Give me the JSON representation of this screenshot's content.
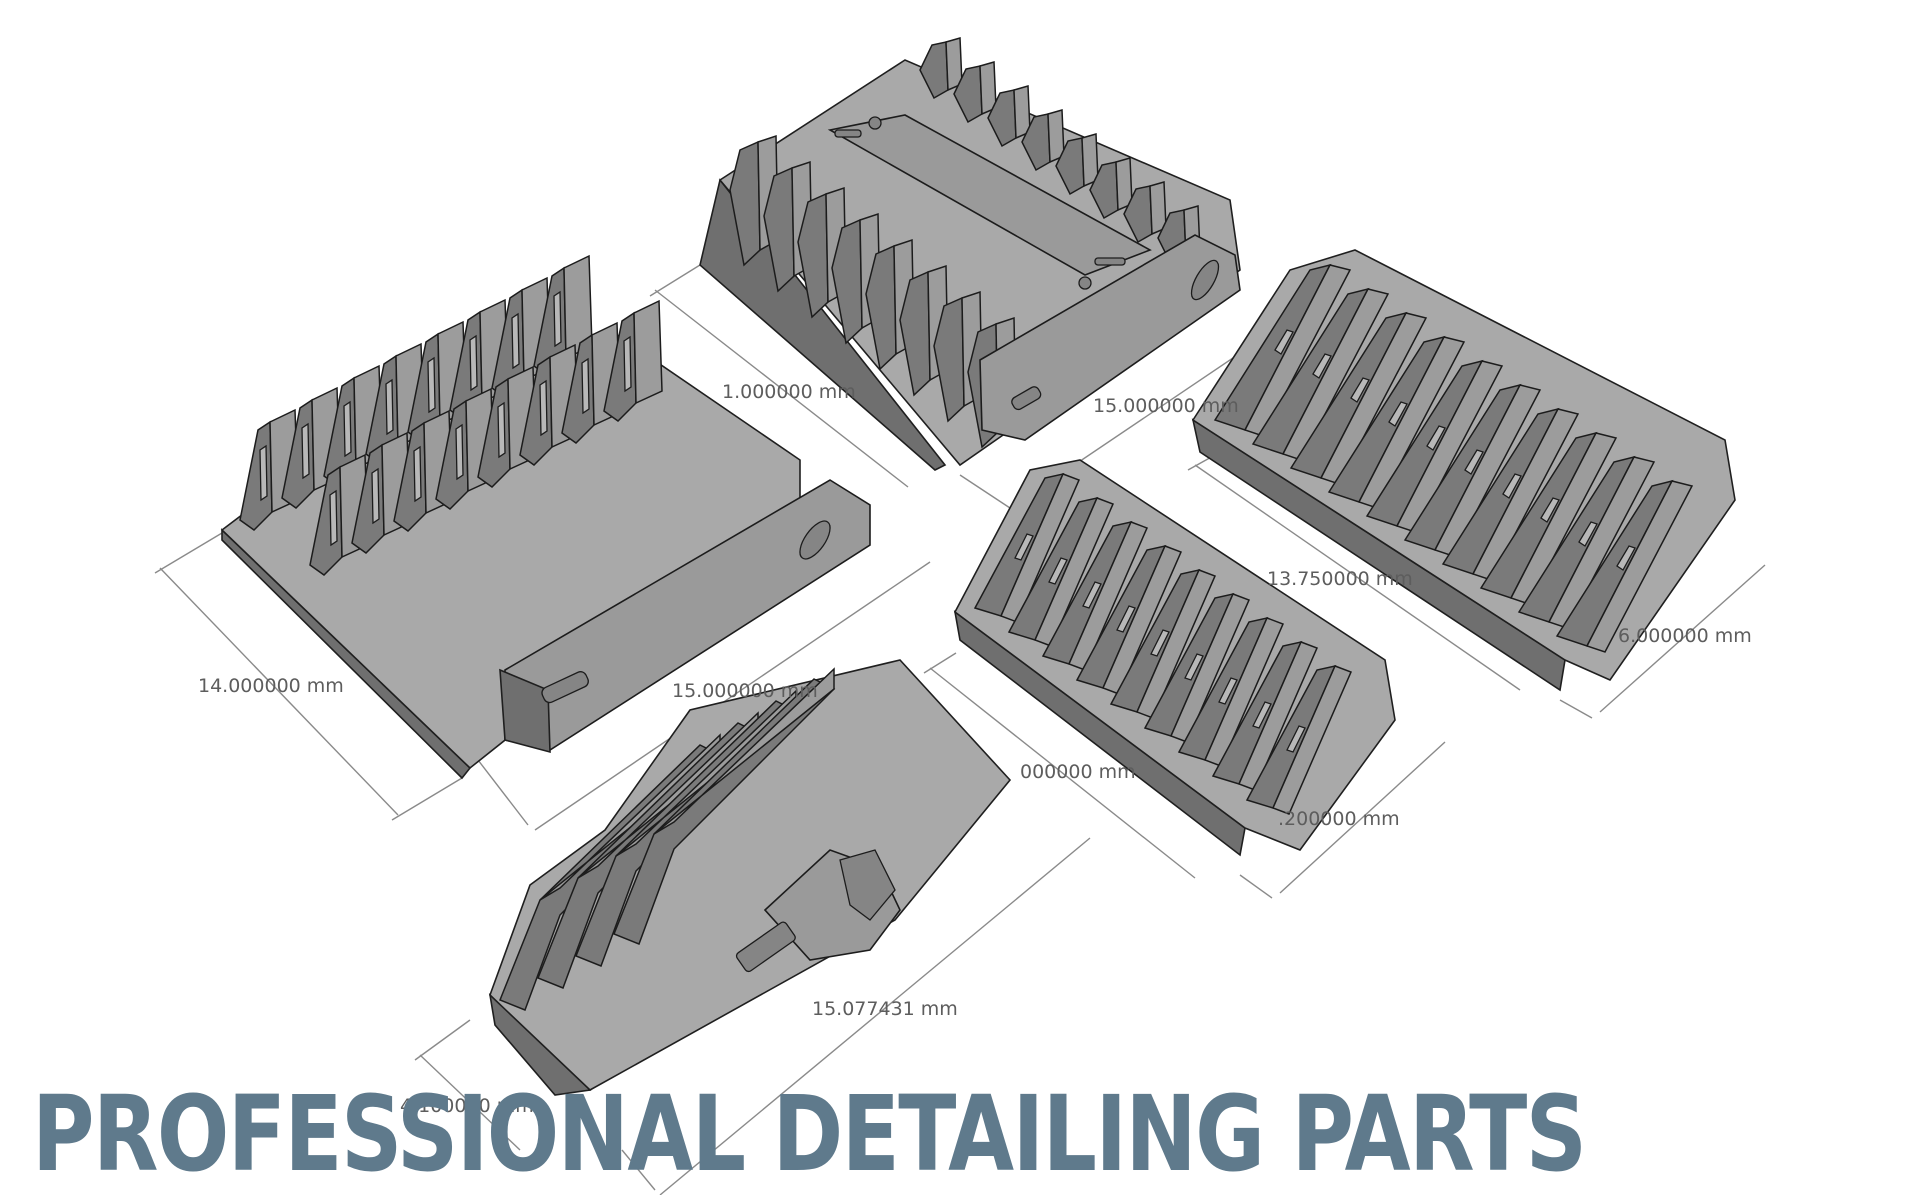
{
  "banner": {
    "text": "PROFESSIONAL DETAILING PARTS",
    "color": "#5f7a8c"
  },
  "parts": [
    {
      "id": "left-large",
      "dimensions": [
        "14.000000 mm",
        "15.000000 mm"
      ]
    },
    {
      "id": "top-center",
      "dimensions": [
        "1.000000 mm",
        "15.000000 mm"
      ]
    },
    {
      "id": "right",
      "dimensions": [
        "13.750000 mm",
        "6.000000 mm"
      ]
    },
    {
      "id": "middle",
      "dimensions": [
        "000000 mm",
        ".200000 mm"
      ]
    },
    {
      "id": "bottom",
      "dimensions": [
        "15.077431 mm",
        "4.100000 mm"
      ]
    }
  ]
}
